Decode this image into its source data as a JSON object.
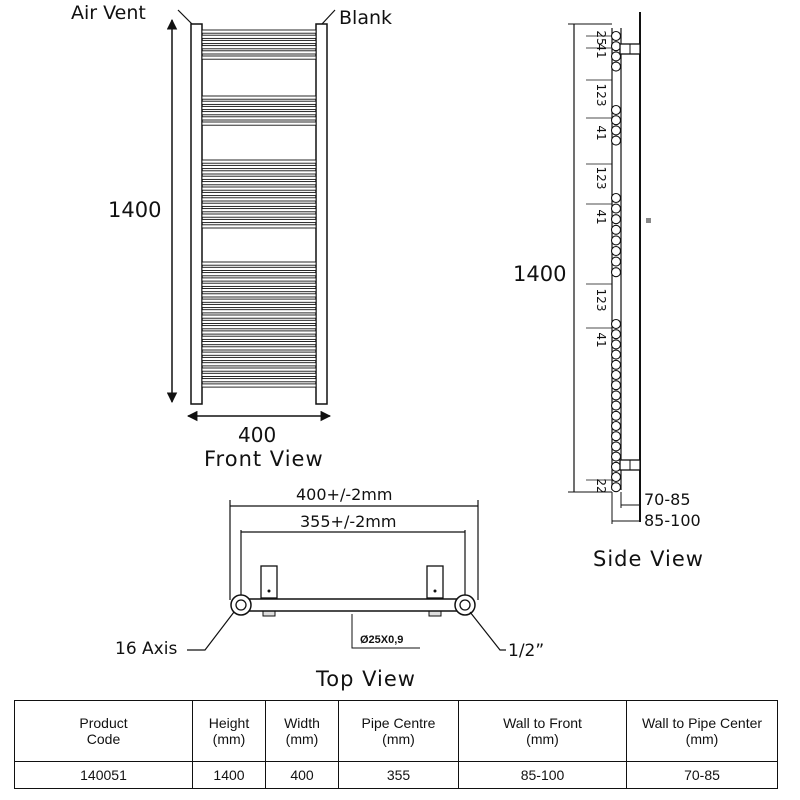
{
  "front_view": {
    "label_left": "Air Vent",
    "label_right": "Blank",
    "height_dim": "1400",
    "width_dim": "400",
    "title": "Front View"
  },
  "side_view": {
    "dims": [
      "25",
      "41",
      "123",
      "41",
      "123",
      "41",
      "123",
      "41",
      "22"
    ],
    "height_dim": "1400",
    "depth_dim_1": "70-85",
    "depth_dim_2": "85-100",
    "title": "Side View"
  },
  "top_view": {
    "outer_width": "400+/-2mm",
    "pipe_centre": "355+/-2mm",
    "axis_label": "16 Axis",
    "connection": "1/2”",
    "tube_spec": "Ø25X0,9",
    "title": "Top View"
  },
  "spec_table": {
    "headers": [
      "Product\nCode",
      "Height\n(mm)",
      "Width\n(mm)",
      "Pipe Centre\n(mm)",
      "Wall to Front\n(mm)",
      "Wall to Pipe Center\n(mm)"
    ],
    "row": [
      "140051",
      "1400",
      "400",
      "355",
      "85-100",
      "70-85"
    ]
  }
}
